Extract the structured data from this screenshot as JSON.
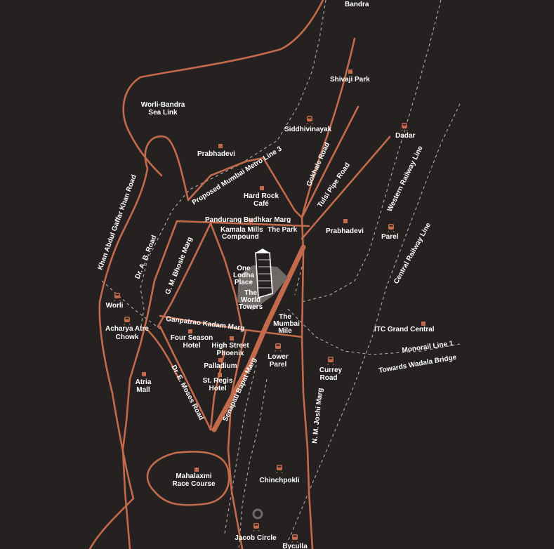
{
  "theme": {
    "background": "#252120",
    "road_color": "#c46a4c",
    "rail_color": "#a9a3a0",
    "text_color": "#ffffff",
    "building_zone": "#6e6866"
  },
  "places": {
    "bandra": "Bandra",
    "shivaji_park": "Shivaji Park",
    "sea_link_1": "Worli-Bandra",
    "sea_link_2": "Sea Link",
    "siddhivinayak": "Siddhivinayak",
    "dadar": "Dadar",
    "prabhadevi_w": "Prabhadevi",
    "hard_rock_1": "Hard Rock",
    "hard_rock_2": "Café",
    "prabhadevi_e": "Prabhadevi",
    "parel": "Parel",
    "kamala_1": "Kamala Mills",
    "kamala_2": "Compound",
    "the_park": "The Park",
    "lodha_1": "One",
    "lodha_2": "Lodha",
    "lodha_3": "Place",
    "world_1": "The",
    "world_2": "World",
    "world_3": "Towers",
    "worli": "Worli",
    "acharya_1": "Acharya Atre",
    "acharya_2": "Chowk",
    "mumbai_mile_1": "The",
    "mumbai_mile_2": "Mumbai",
    "mumbai_mile_3": "Mile",
    "itc": "ITC Grand Central",
    "four_season_1": "Four Season",
    "four_season_2": "Hotel",
    "high_street_1": "High Street",
    "high_street_2": "Phoenix",
    "lower_parel_1": "Lower",
    "lower_parel_2": "Parel",
    "palladium": "Palladium",
    "st_regis_1": "St. Regis",
    "st_regis_2": "Hotel",
    "currey_1": "Currey",
    "currey_2": "Road",
    "atria_1": "Atria",
    "atria_2": "Mall",
    "mahalaxmi_1": "Mahalaxmi",
    "mahalaxmi_2": "Race Course",
    "chinchpokli": "Chinchpokli",
    "jacob_circle": "Jacob Circle",
    "byculla": "Byculla"
  },
  "roads": {
    "metro_line_3": "Proposed Mumbai Metro Line 3",
    "gokhale": "Gokhale Road",
    "tulsi_pipe": "Tulsi Pipe Road",
    "western_railway": "Western Railway Line",
    "pandurang": "Pandurang Budhkar Marg",
    "khan_abdul": "Khan Abdul Gaffar Khan Road",
    "ab_road": "Dr. A. B. Road",
    "gm_bhosle": "G. M. Bhosle Marg",
    "central_railway": "Central Railway Line",
    "ganpatrao": "Ganpatrao Kadam Marg",
    "monorail": "Monorail Line 1",
    "wadala": "Towards Wadala Bridge",
    "moses": "Dr. E. Moses Road",
    "senapati": "Senapati Bapat Marg",
    "nm_joshi": "N. M. Joshi Marg"
  }
}
